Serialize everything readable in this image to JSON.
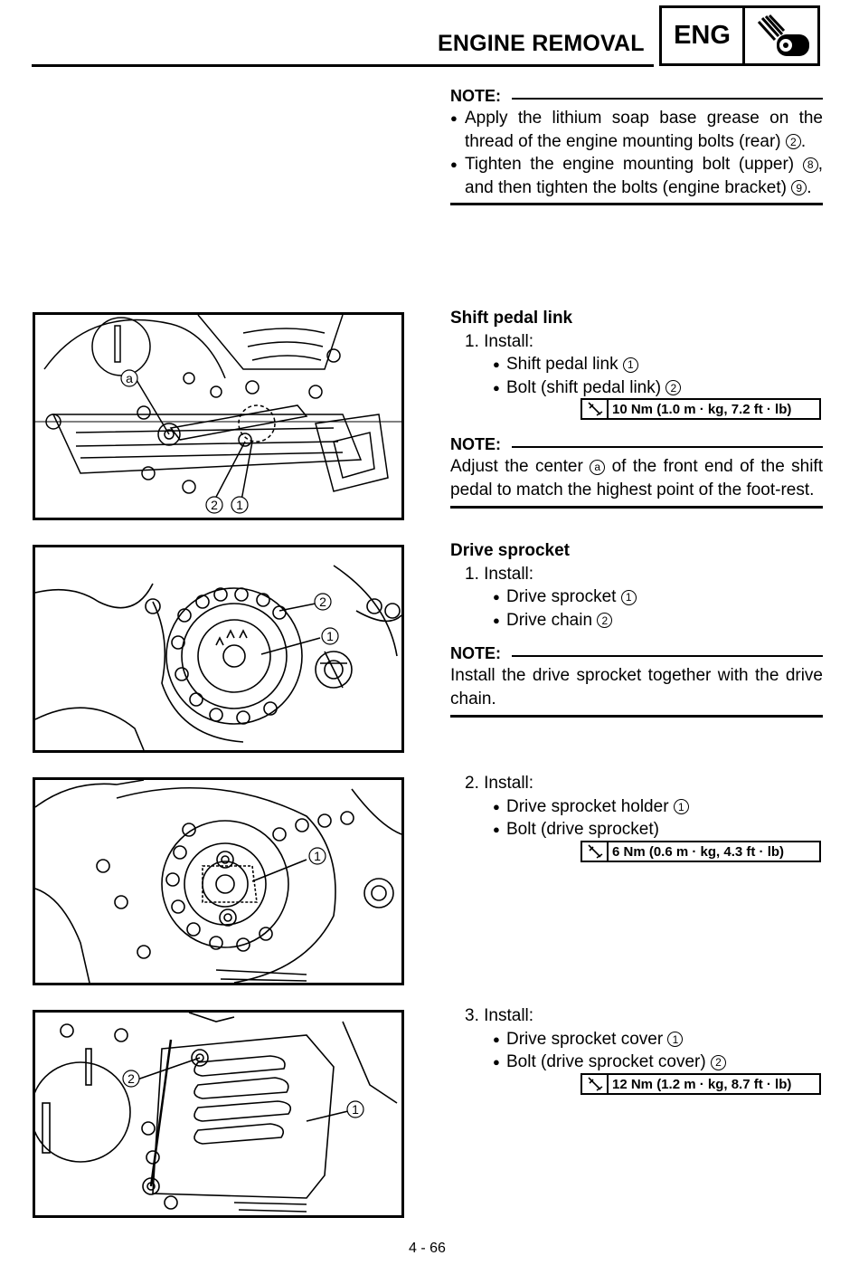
{
  "header": {
    "title": "ENGINE REMOVAL",
    "badge": "ENG",
    "badge_icon": "engine-icon"
  },
  "note1": {
    "label": "NOTE:",
    "bullets": [
      {
        "text": "Apply the lithium soap base grease on the thread of the engine mounting bolts (rear)",
        "ref": "2",
        "suffix": "."
      },
      {
        "text": "Tighten the engine mounting bolt (upper)",
        "ref": "8",
        "mid": ", and then tighten the bolts (engine bracket)",
        "ref2": "9",
        "suffix": "."
      }
    ]
  },
  "shift_pedal": {
    "title": "Shift pedal link",
    "step": "1.  Install:",
    "items": [
      {
        "text": "Shift pedal link",
        "ref": "1"
      },
      {
        "text": "Bolt (shift pedal link)",
        "ref": "2"
      }
    ],
    "torque": "10 Nm (1.0 m · kg, 7.2 ft · lb)",
    "note_label": "NOTE:",
    "note_pre": "Adjust the center",
    "note_ref": "a",
    "note_post": "of the front end of the shift pedal to match the highest point of the foot-rest."
  },
  "drive_sprocket": {
    "title": "Drive sprocket",
    "step1": "1.  Install:",
    "items1": [
      {
        "text": "Drive sprocket",
        "ref": "1"
      },
      {
        "text": "Drive chain",
        "ref": "2"
      }
    ],
    "note_label": "NOTE:",
    "note_text": "Install the drive sprocket together with the drive chain.",
    "step2": "2.  Install:",
    "items2": [
      {
        "text": "Drive sprocket holder",
        "ref": "1"
      },
      {
        "text": "Bolt (drive sprocket)"
      }
    ],
    "torque2": "6 Nm (0.6 m · kg, 4.3 ft · lb)",
    "step3": "3.  Install:",
    "items3": [
      {
        "text": "Drive sprocket cover",
        "ref": "1"
      },
      {
        "text": "Bolt (drive sprocket cover)",
        "ref": "2"
      }
    ],
    "torque3": "12 Nm (1.2 m · kg, 8.7 ft · lb)"
  },
  "figures": {
    "fig1_labels": [
      "a",
      "2",
      "1"
    ],
    "fig2_labels": [
      "2",
      "1"
    ],
    "fig3_labels": [
      "1"
    ],
    "fig4_labels": [
      "2",
      "1"
    ]
  },
  "torque_icon": "wrench-icon",
  "page_number": "4 - 66"
}
